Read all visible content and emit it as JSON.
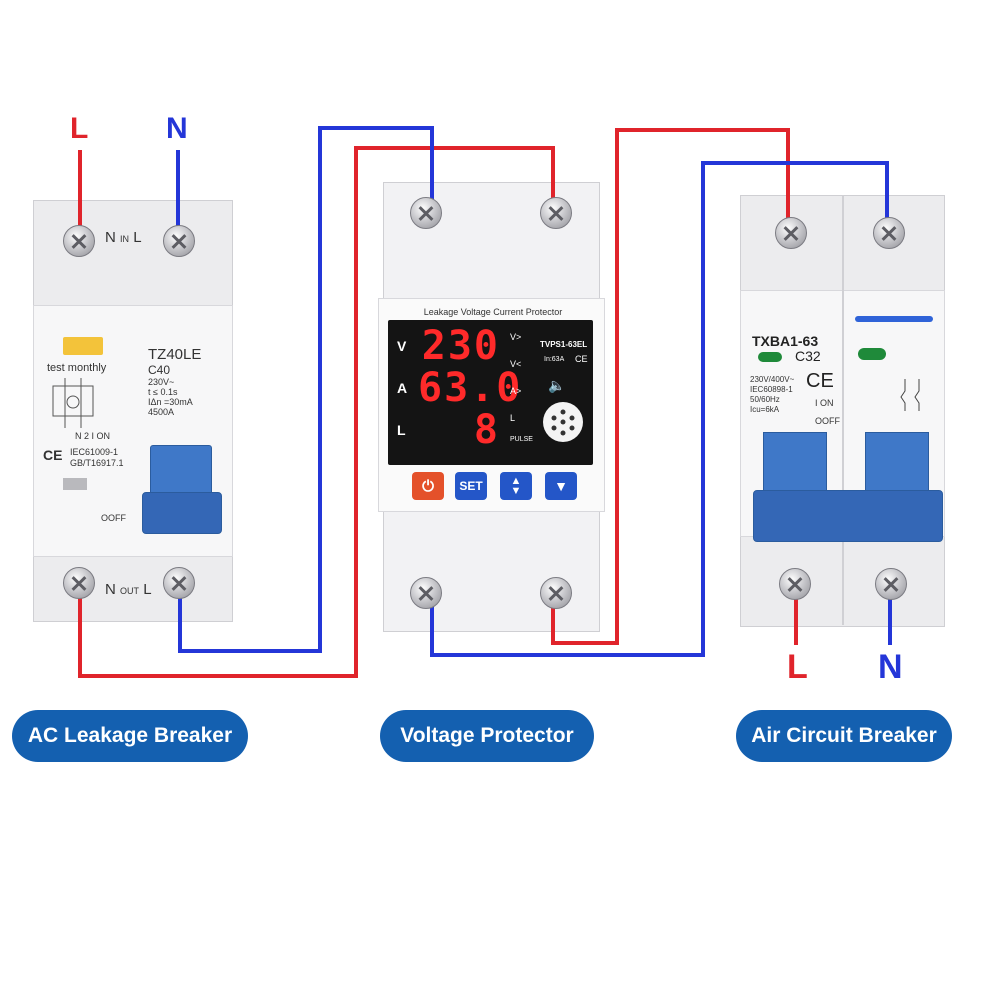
{
  "diagram_title": "",
  "left_breaker": {
    "input_labels": {
      "n": "N",
      "in": "IN",
      "l": "L"
    },
    "output_labels": {
      "n": "N",
      "out": "OUT",
      "l": "L"
    },
    "wire_labels": {
      "l": "L",
      "n": "N"
    },
    "test_text": "test monthly",
    "model": "TZ40LE",
    "rating": "C40",
    "specs": [
      "230V~",
      "t  ≤ 0.1s",
      "IΔn =30mA",
      "4500A"
    ],
    "on_text": "N  2  I ON",
    "standards": [
      "IEC61009-1",
      "GB/T16917.1"
    ],
    "off_text": "OOFF",
    "ce_mark": "CE"
  },
  "voltage_protector": {
    "header": "Leakage Voltage Current Protector",
    "row_labels": [
      "V",
      "A",
      "L"
    ],
    "readings": [
      "230",
      "63.0",
      "8"
    ],
    "indicator_labels": [
      "V>",
      "V<",
      "A>",
      "L",
      "PULSE"
    ],
    "model": "TVPS1-63EL",
    "rating": "In:63A",
    "ce_mark": "CE",
    "buttons": {
      "power": "power-icon",
      "set": "SET",
      "updown": "up-down-icon",
      "down": "down-arrow-icon"
    }
  },
  "air_breaker": {
    "model": "TXBA1-63",
    "rating": "C32",
    "specs": [
      "230V/400V~",
      "IEC60898-1",
      "50/60Hz",
      "Icu=6kA"
    ],
    "on_text": "I ON",
    "off_text": "OOFF",
    "ce_mark": "CE",
    "wire_labels": {
      "l": "L",
      "n": "N"
    }
  },
  "captions": {
    "left": "AC Leakage Breaker",
    "middle": "Voltage Protector",
    "right": "Air Circuit Breaker"
  },
  "colors": {
    "live_wire": "#e0242b",
    "neutral_wire": "#2436d8",
    "caption_bg": "#1460b0",
    "breaker_handle": "#3f78c8"
  }
}
